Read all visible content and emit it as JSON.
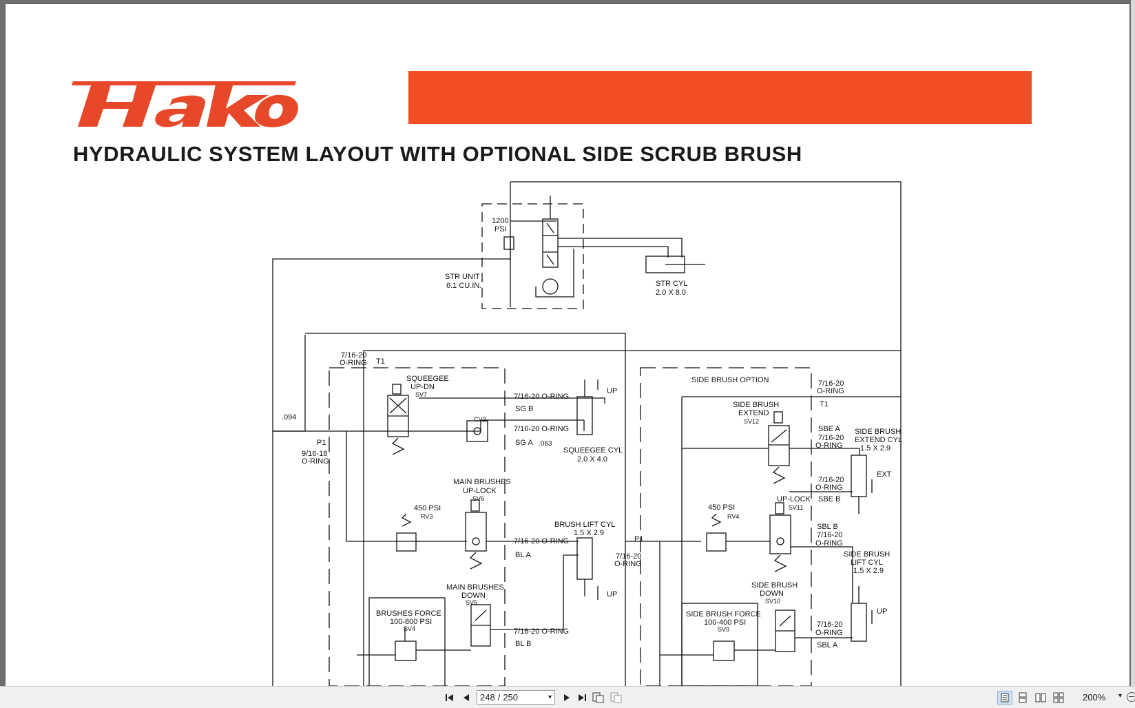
{
  "document": {
    "brand": "Hako",
    "title": "HYDRAULIC SYSTEM LAYOUT WITH OPTIONAL SIDE SCRUB BRUSH",
    "brand_color": "#E8482A",
    "banner_color": "#F04E23"
  },
  "schematic": {
    "relief_psi_1": "1200",
    "relief_psi_2": "PSI",
    "str_unit_1": "STR UNIT",
    "str_unit_2": "6.1 CU.IN.",
    "str_cyl_1": "STR CYL",
    "str_cyl_2": "2.0 X 8.0",
    "oring_top_1": "7/16-20",
    "oring_top_2": "O-RING",
    "t1": "T1",
    "orifice": ".094",
    "p1": "P1",
    "p1_oring_1": "9/16-18",
    "p1_oring_2": "O-RING",
    "squeegee_sv_1": "SQUEEGEE",
    "squeegee_sv_2": "UP-DN",
    "squeegee_sv_3": "SV7",
    "cv2": "CV2",
    "sgb_oring": "7/16-20 O-RING",
    "sgb": "SG B",
    "sga_oring": "7/16-20 O-RING",
    "sga": "SG A",
    "orifice_063": ".063",
    "up_1": "UP",
    "squeegee_cyl_1": "SQUEEGEE CYL",
    "squeegee_cyl_2": "2.0 X 4.0",
    "main_uplock_1": "MAIN BRUSHES",
    "main_uplock_2": "UP-LOCK",
    "main_uplock_3": "SV6",
    "rv3_psi": "450 PSI",
    "rv3": "RV3",
    "brush_lift_1": "BRUSH  LIFT CYL",
    "brush_lift_2": "1.5 X 2.9",
    "bla_oring": "7/16-20 O-RING",
    "bla": "BL A",
    "main_down_1": "MAIN BRUSHES",
    "main_down_2": "DOWN",
    "main_down_3": "SV5",
    "brushes_force_1": "BRUSHES FORCE",
    "brushes_force_2": "100-800 PSI",
    "brushes_force_3": "SV4",
    "blb_oring": "7/16-20 O-RING",
    "blb": "BL B",
    "up_2": "UP",
    "side_option": "SIDE BRUSH OPTION",
    "side_oring_1": "7/16-20",
    "side_oring_2": "O-RING",
    "side_t1": "T1",
    "sbe_sv_1": "SIDE BRUSH",
    "sbe_sv_2": "EXTEND",
    "sbe_sv_3": "SV12",
    "sbea": "SBE A",
    "sbea_oring_1": "7/16-20",
    "sbea_oring_2": "O-RING",
    "sbe_cyl_1": "SIDE BRUSH",
    "sbe_cyl_2": "EXTEND CYL",
    "sbe_cyl_3": "1.5 X 2.9",
    "sbeb_oring_1": "7/16-20",
    "sbeb_oring_2": "O-RING",
    "sbeb": "SBE B",
    "ext": "EXT",
    "uplock_sv11_1": "UP-LOCK",
    "uplock_sv11_2": "SV11",
    "rv4_psi": "450 PSI",
    "rv4": "RV4",
    "side_p1": "P1",
    "side_p1_oring_1": "7/16-20",
    "side_p1_oring_2": "O-RING",
    "sblb": "SBL B",
    "sblb_oring_1": "7/16-20",
    "sblb_oring_2": "O-RING",
    "sbl_cyl_1": "SIDE BRUSH",
    "sbl_cyl_2": "LIFT CYL",
    "sbl_cyl_3": "1.5 X 2.9",
    "sbd_sv_1": "SIDE BRUSH",
    "sbd_sv_2": "DOWN",
    "sbd_sv_3": "SV10",
    "sbf_1": "SIDE BRUSH FORCE",
    "sbf_2": "100-400 PSI",
    "sbf_3": "SV9",
    "up_3": "UP",
    "sbla_oring_1": "7/16-20",
    "sbla_oring_2": "O-RING",
    "sbla": "SBL A"
  },
  "toolbar": {
    "current_page": "248",
    "separator": "/",
    "total_pages": "250",
    "zoom": "200%",
    "icons": [
      "first-page-icon",
      "prev-page-icon",
      "next-page-icon",
      "last-page-icon",
      "previous-view-icon",
      "next-view-icon",
      "single-page-icon",
      "continuous-icon",
      "facing-icon",
      "continuous-facing-icon",
      "zoom-out-icon"
    ]
  }
}
